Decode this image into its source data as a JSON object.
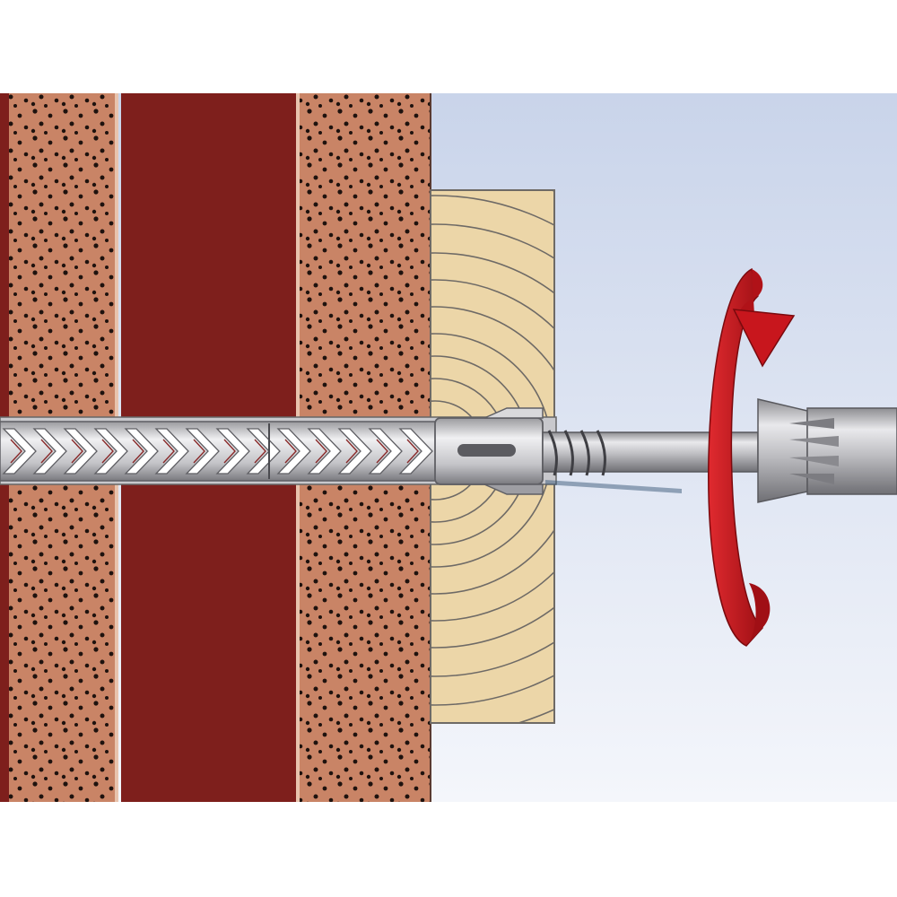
{
  "diagram": {
    "subject": "frame-fixing-installation",
    "elements": [
      "masonry-wall",
      "wooden-fixture-board",
      "plastic-anchor-sleeve",
      "countersunk-screw",
      "screwdriver-bit",
      "rotation-arrow"
    ]
  },
  "colors": {
    "background": "#ffffff",
    "sky_top": "#c9d4ea",
    "sky_bottom": "#f4f6fb",
    "brick_outer": "#c98466",
    "brick_core": "#7e1f1c",
    "brick_dots": "#1e120e",
    "wood_face": "#ecd6a8",
    "wood_grain": "#6e6a66",
    "metal": "#c7c7c9",
    "arrow_red": "#c8161d"
  },
  "icons": {
    "arrow": "clockwise-rotation-arrow-icon"
  }
}
